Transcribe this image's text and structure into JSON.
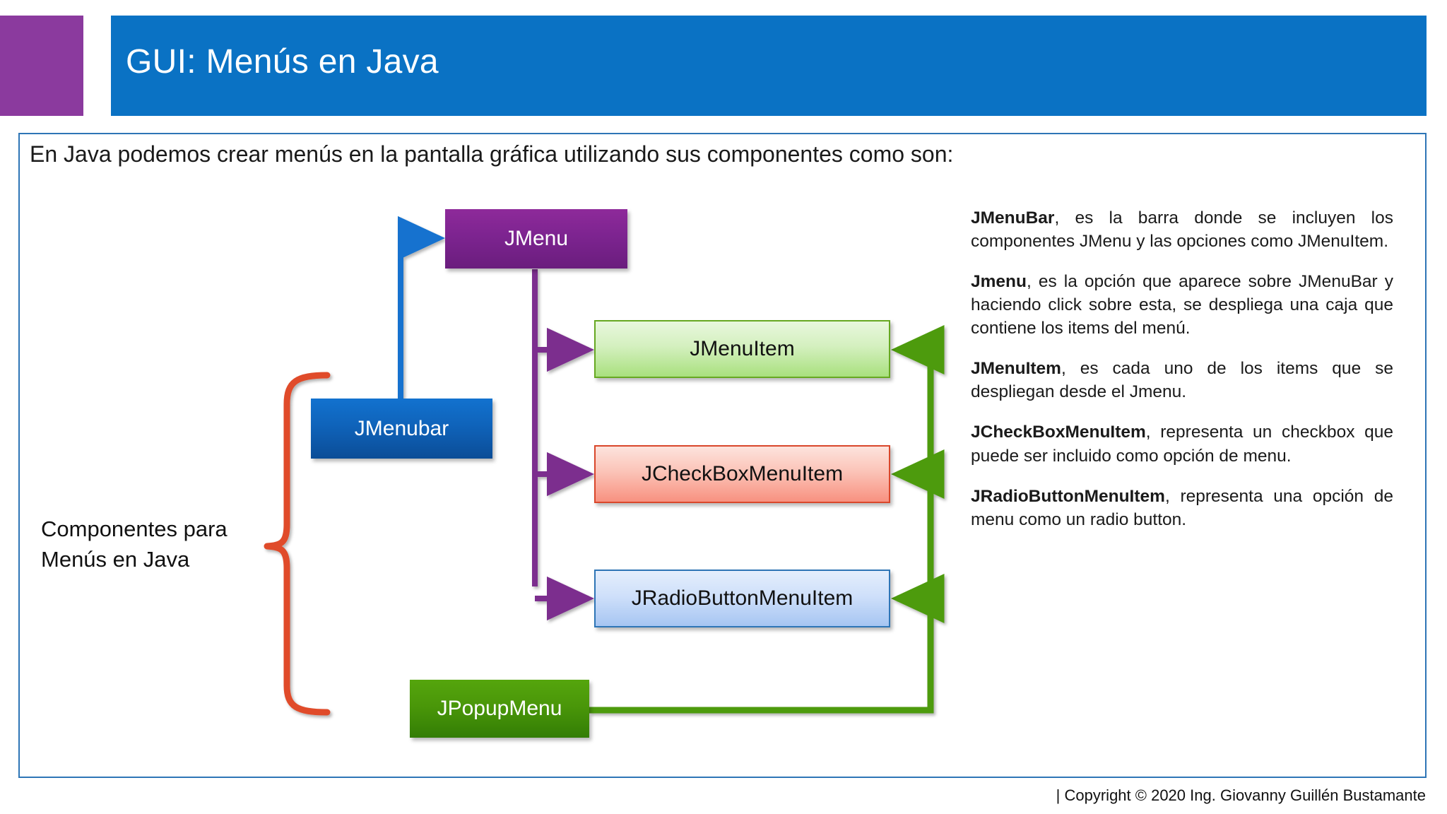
{
  "header": {
    "title": "GUI: Menús en Java",
    "banner_color": "#0a72c4",
    "accent_color": "#8b3a9e"
  },
  "content": {
    "intro": "En Java podemos crear menús en la pantalla gráfica utilizando sus componentes como son:",
    "frame_border_color": "#2e75b6"
  },
  "diagram": {
    "brace_label": "Componentes para Menús en Java",
    "brace_color": "#e04b2a",
    "boxes": [
      {
        "id": "jmenu",
        "label": "JMenu",
        "fill": "#7d2490",
        "text_color": "#ffffff"
      },
      {
        "id": "jmenubar",
        "label": "JMenubar",
        "fill": "#0f63ba",
        "text_color": "#ffffff"
      },
      {
        "id": "jmenuitem",
        "label": "JMenuItem",
        "fill": "#d4f0bf",
        "text_color": "#111111"
      },
      {
        "id": "jcheckbox",
        "label": "JCheckBoxMenuItem",
        "fill": "#fbc4b8",
        "text_color": "#111111"
      },
      {
        "id": "jradio",
        "label": "JRadioButtonMenuItem",
        "fill": "#cfe0fa",
        "text_color": "#111111"
      },
      {
        "id": "jpopup",
        "label": "JPopupMenu",
        "fill": "#4a9709",
        "text_color": "#ffffff"
      }
    ],
    "connectors": [
      {
        "from": "jmenubar",
        "to": "jmenu",
        "color": "#1272cf"
      },
      {
        "from": "jmenu",
        "to": "jmenuitem",
        "color": "#7b2d8e"
      },
      {
        "from": "jmenu",
        "to": "jcheckbox",
        "color": "#7b2d8e"
      },
      {
        "from": "jmenu",
        "to": "jradio",
        "color": "#7b2d8e"
      },
      {
        "from": "jpopup",
        "to": "jmenuitem",
        "color": "#4d9b0f"
      },
      {
        "from": "jpopup",
        "to": "jcheckbox",
        "color": "#4d9b0f"
      },
      {
        "from": "jpopup",
        "to": "jradio",
        "color": "#4d9b0f"
      }
    ]
  },
  "descriptions": [
    {
      "term": "JMenuBar",
      "body": ", es la barra donde se incluyen los componentes JMenu y las opciones como JMenuItem."
    },
    {
      "term": "Jmenu",
      "body": ", es la opción que aparece sobre JMenuBar y haciendo click sobre esta, se despliega una caja que contiene los items del menú."
    },
    {
      "term": "JMenuItem",
      "body": ", es cada uno de los items que se despliegan desde el Jmenu."
    },
    {
      "term": "JCheckBoxMenuItem",
      "body": ", representa un checkbox que puede ser incluido como opción de menu."
    },
    {
      "term": "JRadioButtonMenuItem",
      "body": ", representa una opción de menu como un radio button."
    }
  ],
  "footer": {
    "text": "|   Copyright © 2020 Ing. Giovanny Guillén Bustamante"
  }
}
